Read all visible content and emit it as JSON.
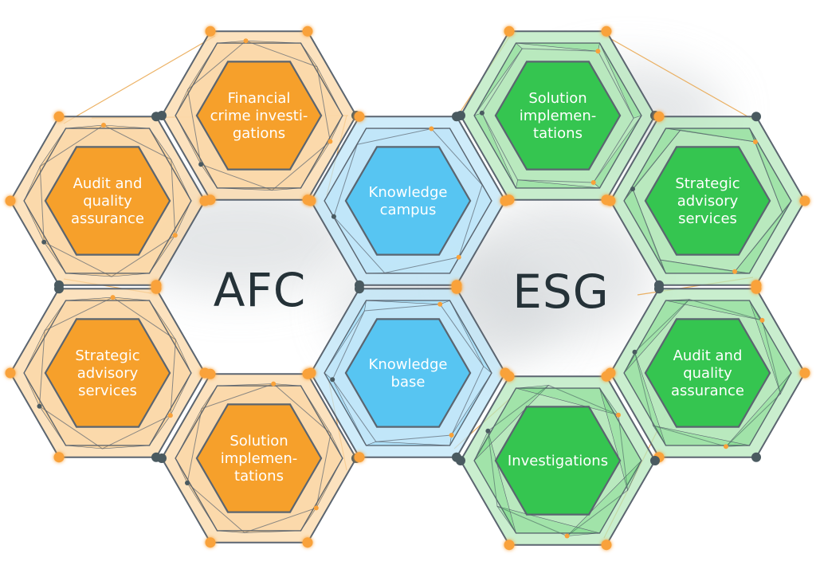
{
  "palette": {
    "orange": "#f6a02b",
    "orange_light": "#fbd8a8",
    "blue": "#57c5f2",
    "blue_light": "#bfe6f8",
    "green": "#35c550",
    "green_light": "#b7e8bd",
    "outline": "#5b6570",
    "node_glow": "#f9a23a",
    "node_dark": "#4a5a60",
    "label_text": "#253238"
  },
  "groups": {
    "afc": {
      "label": "AFC"
    },
    "esg": {
      "label": "ESG"
    }
  },
  "hexagons": [
    {
      "id": "afc-financial-crime",
      "group": "afc",
      "theme": "orange",
      "lines": [
        "Financial",
        "crime investi-",
        "gations"
      ]
    },
    {
      "id": "afc-audit",
      "group": "afc",
      "theme": "orange",
      "lines": [
        "Audit and",
        "quality",
        "assurance"
      ]
    },
    {
      "id": "afc-strategic",
      "group": "afc",
      "theme": "orange",
      "lines": [
        "Strategic",
        "advisory",
        "services"
      ]
    },
    {
      "id": "afc-solution",
      "group": "afc",
      "theme": "orange",
      "lines": [
        "Solution",
        "implemen-",
        "tations"
      ]
    },
    {
      "id": "knowledge-campus",
      "group": "shared",
      "theme": "blue",
      "lines": [
        "Knowledge",
        "campus"
      ]
    },
    {
      "id": "knowledge-base",
      "group": "shared",
      "theme": "blue",
      "lines": [
        "Knowledge",
        "base"
      ]
    },
    {
      "id": "esg-solution",
      "group": "esg",
      "theme": "green",
      "lines": [
        "Solution",
        "implemen-",
        "tations"
      ]
    },
    {
      "id": "esg-strategic",
      "group": "esg",
      "theme": "green",
      "lines": [
        "Strategic",
        "advisory",
        "services"
      ]
    },
    {
      "id": "esg-audit",
      "group": "esg",
      "theme": "green",
      "lines": [
        "Audit and",
        "quality",
        "assurance"
      ]
    },
    {
      "id": "esg-investigations",
      "group": "esg",
      "theme": "green",
      "lines": [
        "Investigations"
      ]
    }
  ]
}
